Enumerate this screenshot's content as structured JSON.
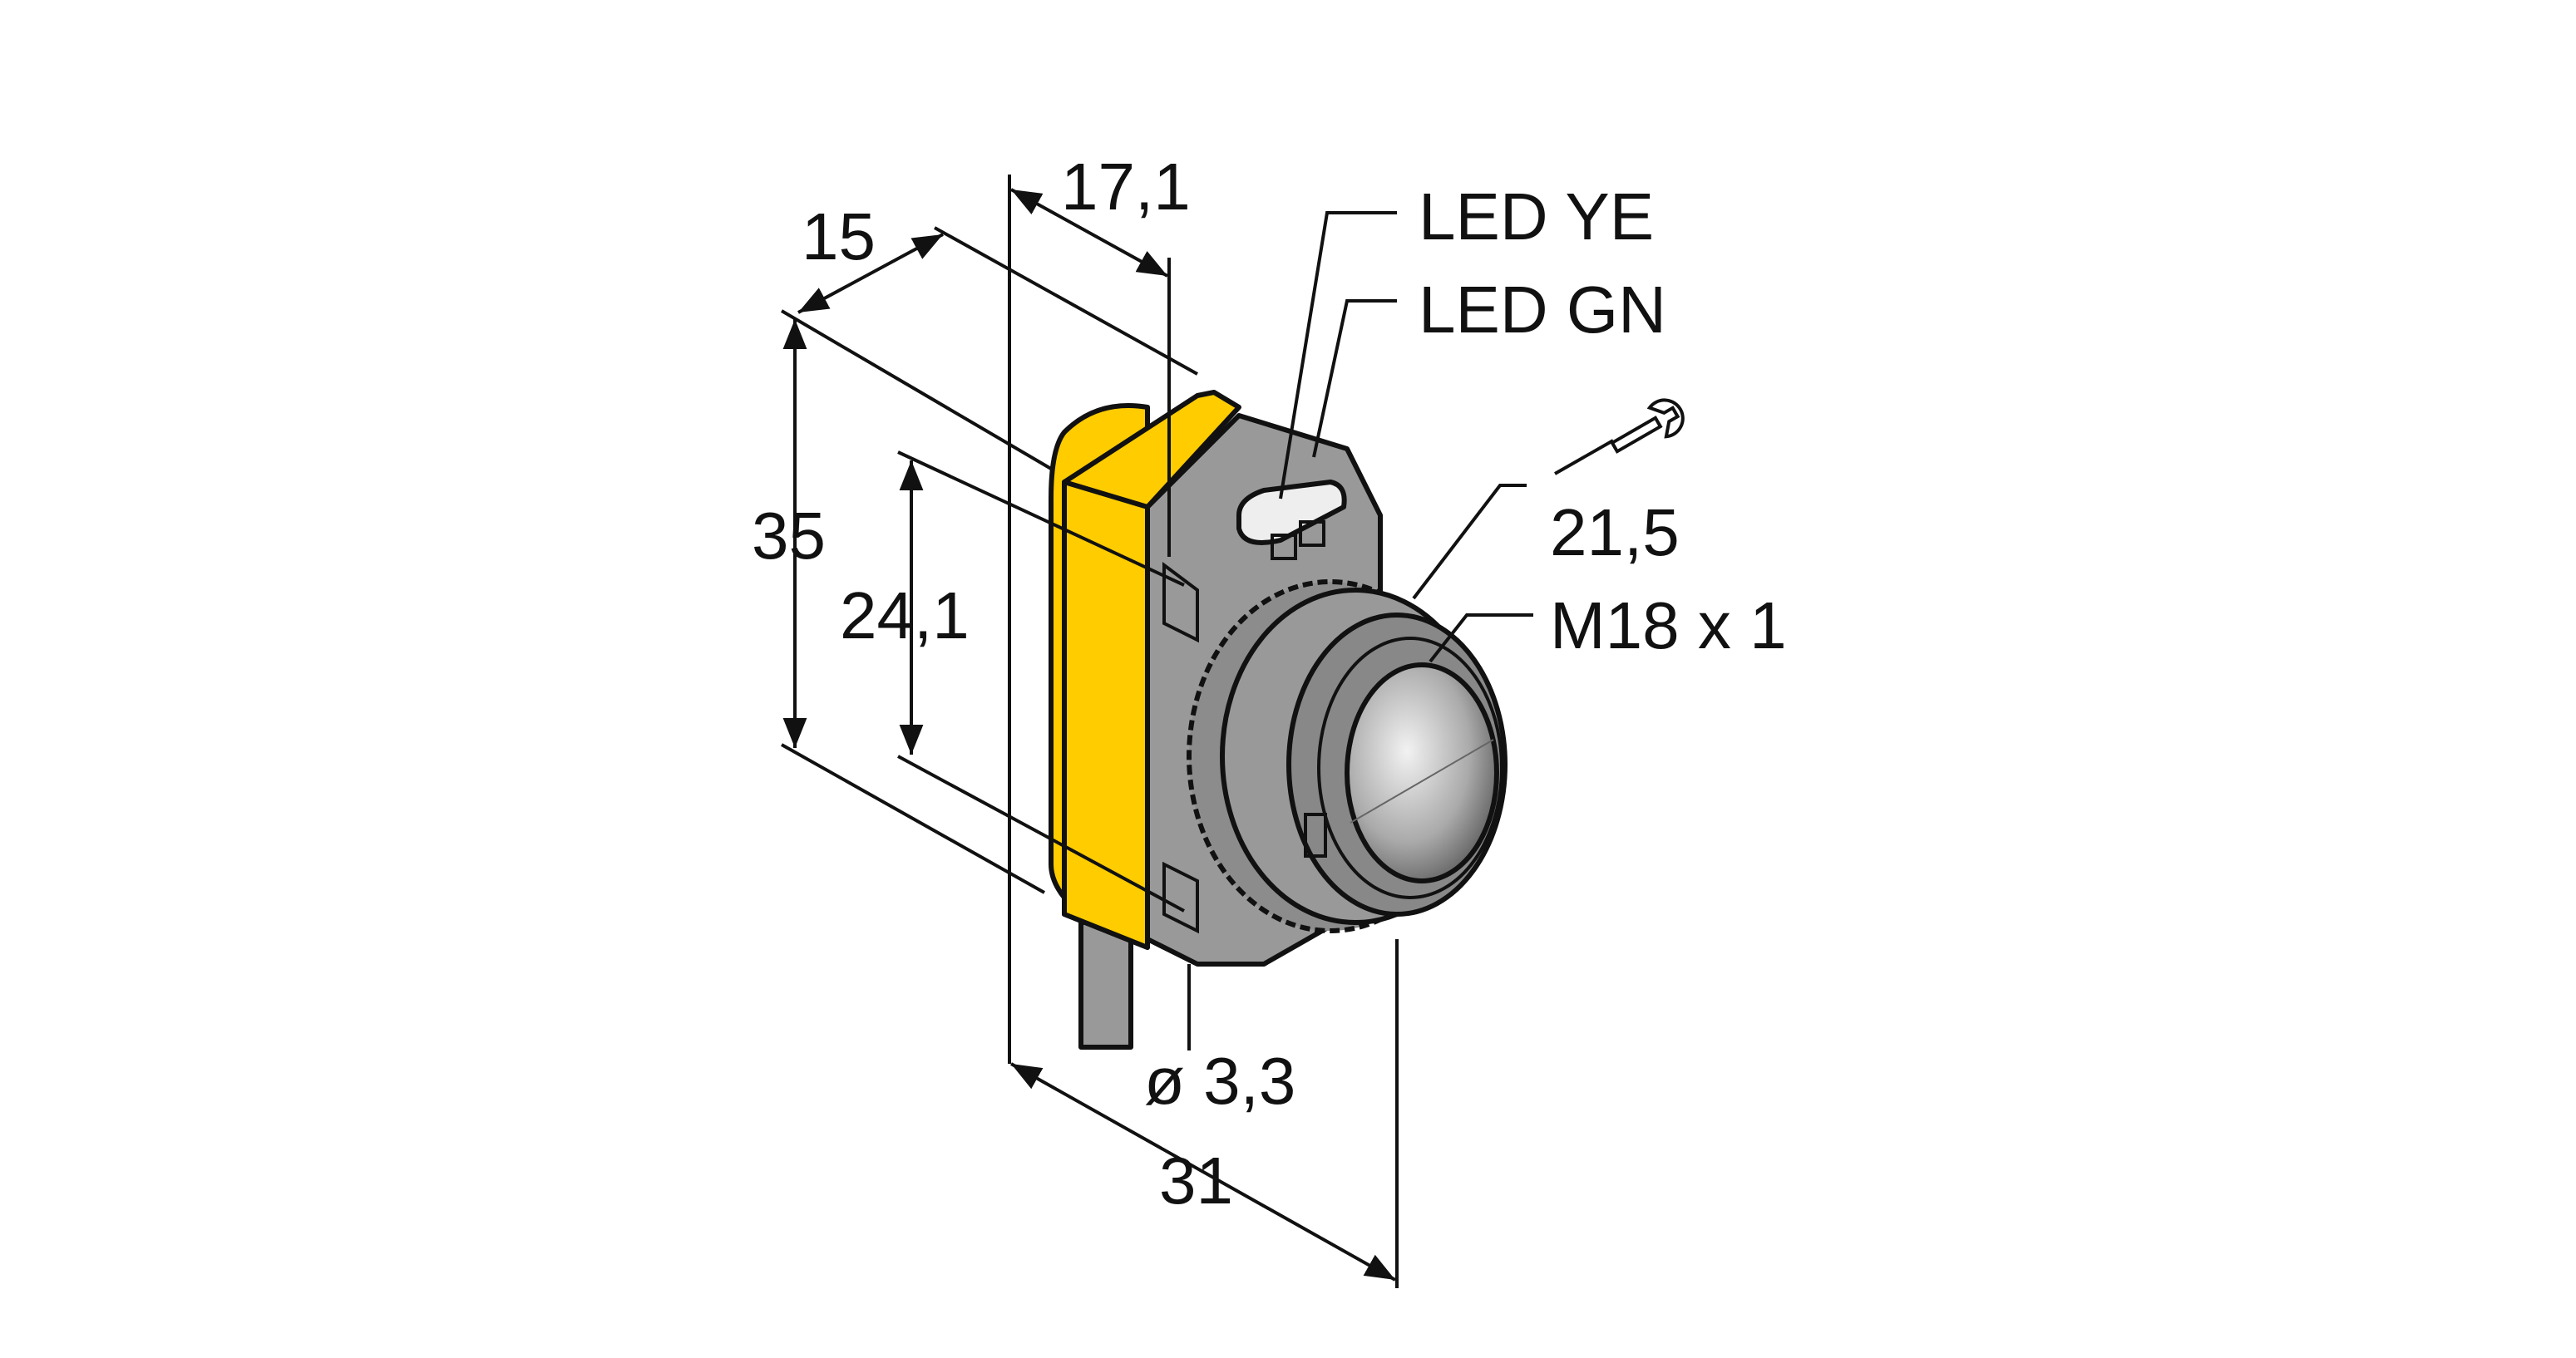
{
  "dimensions": {
    "depth_top": "15",
    "width_top": "17,1",
    "height_total": "35",
    "height_mount": "24,1",
    "wrench_size": "21,5",
    "thread": "M18 x 1",
    "cable_diameter": "ø 3,3",
    "length_total": "31"
  },
  "labels": {
    "led_yellow": "LED YE",
    "led_green": "LED GN"
  },
  "icons": {
    "wrench": "wrench-icon"
  },
  "colors": {
    "housing": "#FFCC00",
    "body": "#999999",
    "outline": "#111111"
  }
}
